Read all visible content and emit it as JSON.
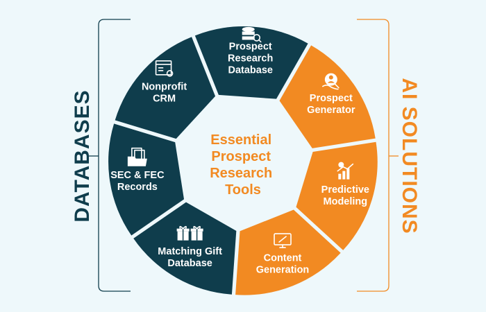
{
  "colors": {
    "background": "#eef8fb",
    "databases": "#0f3d4c",
    "ai": "#f28a22",
    "center_text": "#f28a22",
    "icon": "#ffffff"
  },
  "center": {
    "lines": [
      "Essential",
      "Prospect",
      "Research",
      "Tools"
    ]
  },
  "left_group": {
    "label": "DATABASES"
  },
  "right_group": {
    "label": "AI SOLUTIONS"
  },
  "segments": [
    {
      "group": "databases",
      "icon": "database-search-icon",
      "lines": [
        "Prospect",
        "Research",
        "Database"
      ]
    },
    {
      "group": "ai",
      "icon": "person-search-icon",
      "lines": [
        "Prospect",
        "Generator"
      ]
    },
    {
      "group": "ai",
      "icon": "growth-chart-icon",
      "lines": [
        "Predictive",
        "Modeling"
      ]
    },
    {
      "group": "ai",
      "icon": "monitor-edit-icon",
      "lines": [
        "Content",
        "Generation"
      ]
    },
    {
      "group": "databases",
      "icon": "gift-boxes-icon",
      "lines": [
        "Matching Gift",
        "Database"
      ]
    },
    {
      "group": "databases",
      "icon": "folder-documents-icon",
      "lines": [
        "SEC & FEC",
        "Records"
      ]
    },
    {
      "group": "databases",
      "icon": "crm-window-icon",
      "lines": [
        "Nonprofit",
        "CRM"
      ]
    }
  ]
}
